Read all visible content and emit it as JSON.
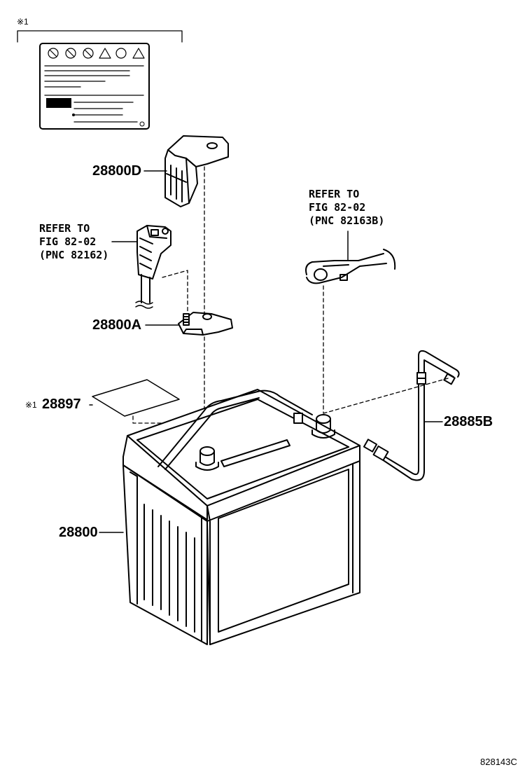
{
  "note_marker": "※1",
  "parts": {
    "p28800D": "28800D",
    "p28800A": "28800A",
    "p28897": "28897",
    "p28897_marker": "※1",
    "p28885B": "28885B",
    "p28800": "28800"
  },
  "refer_left": {
    "line1": "REFER TO",
    "line2": "FIG 82-02",
    "line3": "(PNC 82162)"
  },
  "refer_right": {
    "line1": "REFER TO",
    "line2": "FIG 82-02",
    "line3": "(PNC 82163B)"
  },
  "figure_id": "828143C",
  "colors": {
    "ink": "#000000",
    "paper": "#ffffff"
  }
}
